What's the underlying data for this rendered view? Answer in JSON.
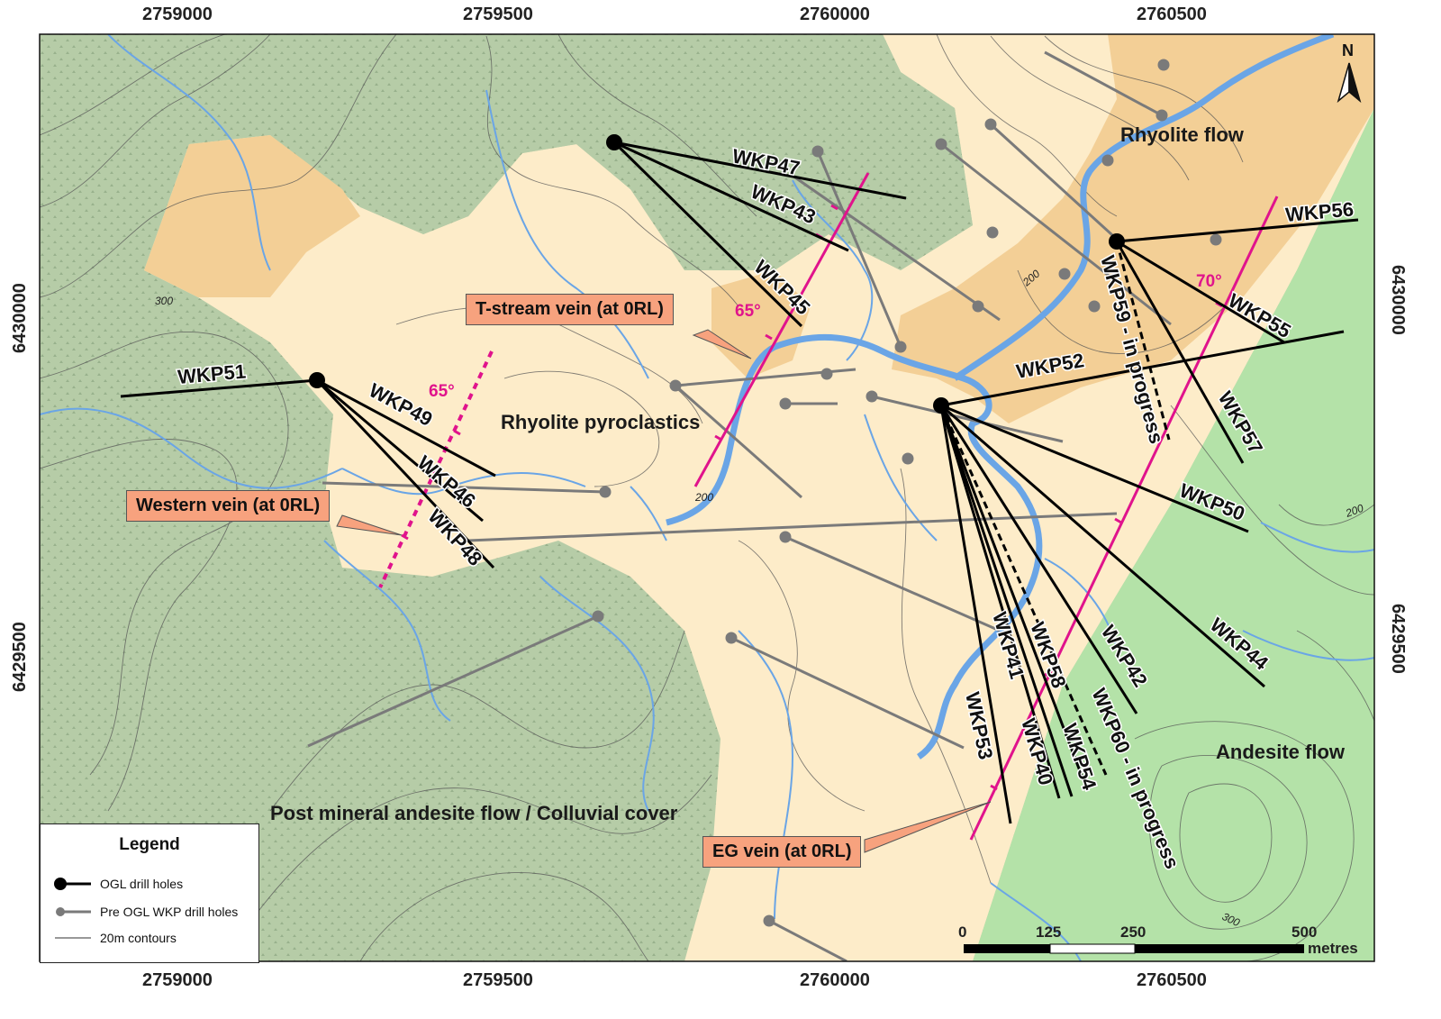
{
  "axes": {
    "x_ticks": [
      "2759000",
      "2759500",
      "2760000",
      "2760500"
    ],
    "y_ticks": [
      "6430000",
      "6429500"
    ]
  },
  "north_arrow": {
    "label": "N",
    "icon": "north-arrow-icon"
  },
  "units": {
    "rhyolite_flow": "Rhyolite flow",
    "rhyolite_pyroclastics": "Rhyolite pyroclastics",
    "andesite_flow": "Andesite flow",
    "post_mineral": "Post mineral andesite flow / Colluvial cover"
  },
  "callouts": {
    "t_stream": "T-stream vein (at 0RL)",
    "western": "Western vein (at 0RL)",
    "eg": "EG vein (at 0RL)"
  },
  "dips": {
    "t_stream": "65°",
    "western": "65°",
    "eg": "70°"
  },
  "contour_labels": {
    "c300a": "300",
    "c200a": "200",
    "c200b": "200",
    "c200c": "200",
    "c300b": "300"
  },
  "drill_holes": {
    "wkp47": "WKP47",
    "wkp43": "WKP43",
    "wkp45": "WKP45",
    "wkp51": "WKP51",
    "wkp49": "WKP49",
    "wkp46": "WKP46",
    "wkp48": "WKP48",
    "wkp56": "WKP56",
    "wkp59": "WKP59 - in progress",
    "wkp55": "WKP55",
    "wkp52": "WKP52",
    "wkp57": "WKP57",
    "wkp50": "WKP50",
    "wkp44": "WKP44",
    "wkp41": "WKP41",
    "wkp58": "WKP58",
    "wkp42": "WKP42",
    "wkp60": "WKP60 - in progress",
    "wkp53": "WKP53",
    "wkp40": "WKP40",
    "wkp54": "WKP54"
  },
  "scale": {
    "ticks": [
      "0",
      "125",
      "250",
      "500"
    ],
    "unit": "metres"
  },
  "legend": {
    "title": "Legend",
    "items": [
      "OGL drill holes",
      "Pre OGL WKP drill holes",
      "20m contours"
    ]
  },
  "colors": {
    "andesite_dark": "#b3ccA6",
    "andesite_light": "#b4e2a8",
    "rhyolite_cream": "#fdecc9",
    "rhyolite_tan": "#f3cf96",
    "stream": "#6aa5e6",
    "vein": "#e0138c",
    "callout": "#f7a27e"
  }
}
